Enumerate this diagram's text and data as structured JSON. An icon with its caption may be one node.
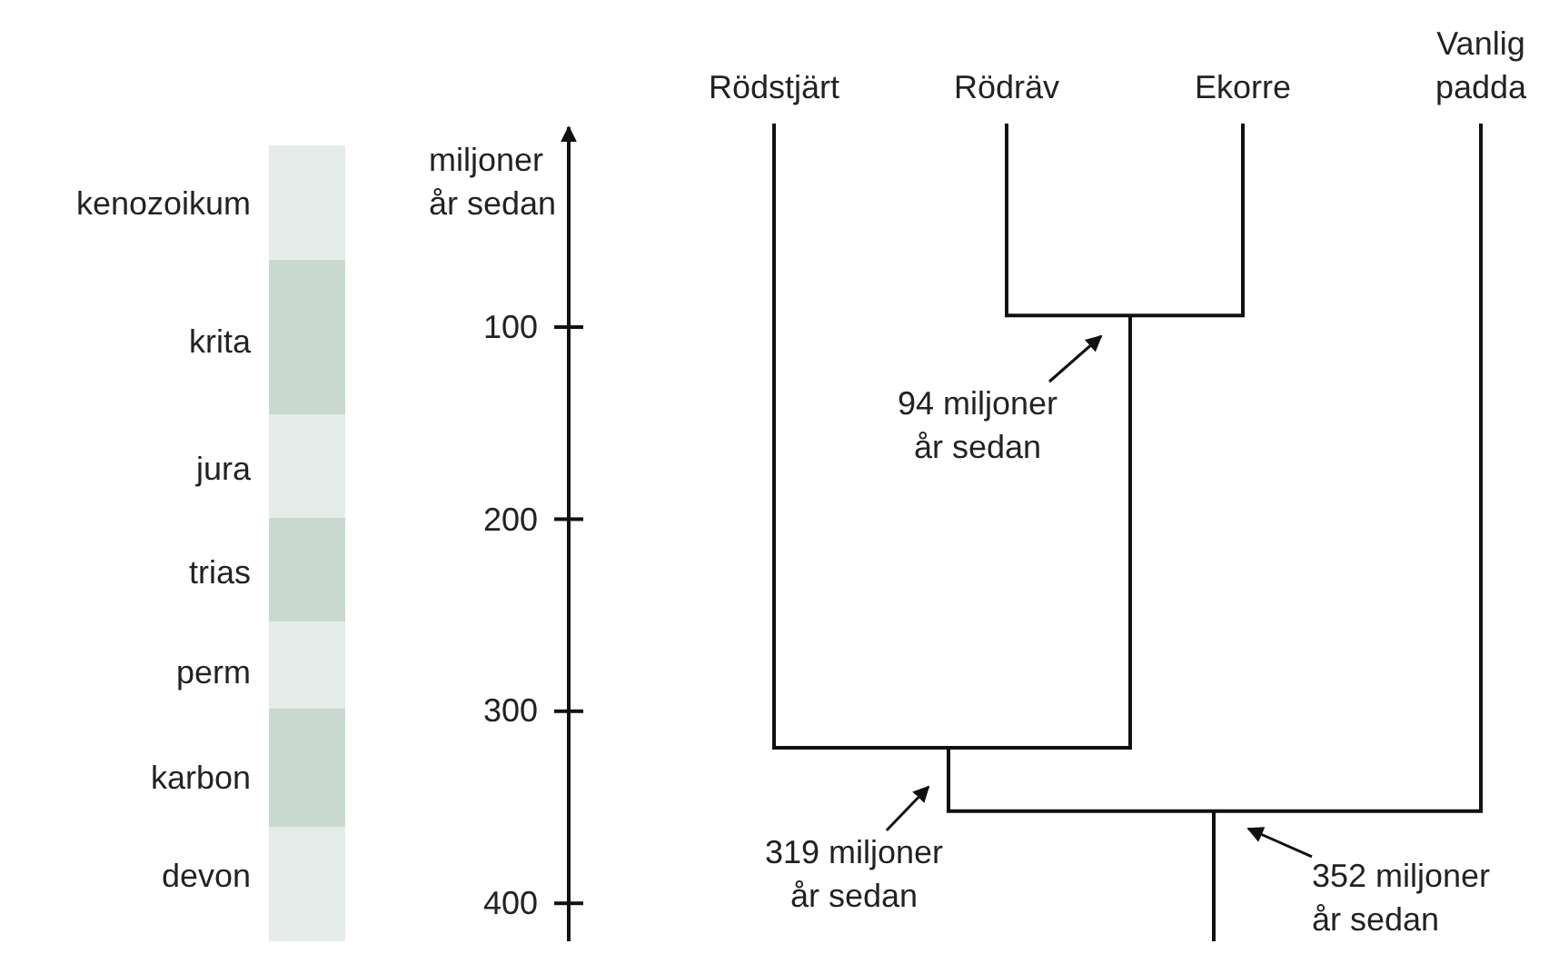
{
  "diagram": {
    "nodes": [
      {
        "text": [
          "Rödstjärt"
        ]
      },
      {
        "text": [
          "Rödräv"
        ]
      },
      {
        "text": [
          "Ekorre"
        ]
      },
      {
        "text": [
          "Vanlig padda"
        ]
      },
      {
        "text": [
          "94 miljoner år sedan"
        ]
      },
      {
        "text": [
          "319 miljoner år sedan"
        ]
      },
      {
        "text": [
          "352 miljoner år sedan"
        ]
      }
    ],
    "edges": [
      {
        "from": 4,
        "to": null,
        "arrow": "to"
      },
      {
        "from": 5,
        "to": null,
        "arrow": "to"
      },
      {
        "from": 6,
        "to": null,
        "arrow": "to"
      }
    ],
    "labels": [
      "kenozoikum",
      "krita",
      "jura",
      "trias",
      "perm",
      "karbon",
      "devon",
      "miljoner år sedan",
      "100",
      "200",
      "300",
      "400"
    ]
  }
}
